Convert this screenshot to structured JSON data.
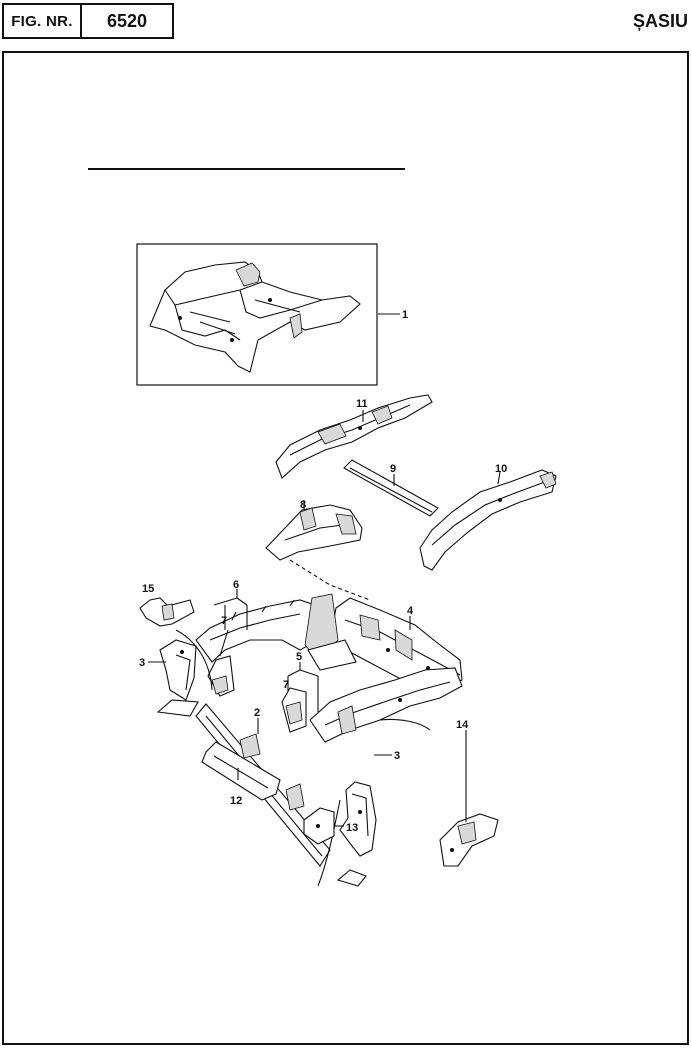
{
  "header": {
    "fig_label": "FIG. NR.",
    "fig_number": "6520",
    "section_title": "ȘASIU"
  },
  "callouts": {
    "c1": "1",
    "c2": "2",
    "c3a": "3",
    "c3b": "3",
    "c4": "4",
    "c5": "5",
    "c6": "6",
    "c7a": "7",
    "c7b": "7",
    "c8": "8",
    "c9": "9",
    "c10": "10",
    "c11": "11",
    "c12": "12",
    "c13": "13",
    "c14": "14",
    "c15": "15"
  },
  "colors": {
    "ink": "#111111",
    "paper": "#ffffff",
    "shade": "#d9d9d9"
  }
}
